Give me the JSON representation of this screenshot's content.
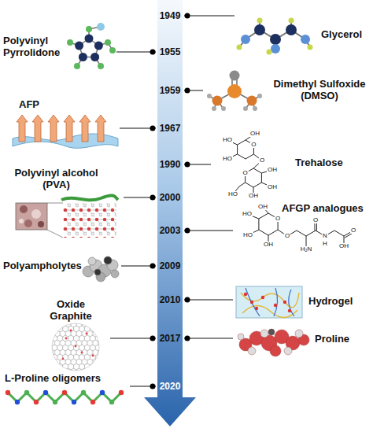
{
  "diagram": {
    "nodes": [
      {
        "text": [
          "1949"
        ]
      },
      {
        "text": [
          "Glycerol"
        ]
      },
      {
        "text": [
          "1955"
        ]
      },
      {
        "text": [
          "Polyvinyl Pyrrolidone"
        ]
      },
      {
        "text": [
          "1959"
        ]
      },
      {
        "text": [
          "Dimethyl Sulfoxide (DMSO)"
        ]
      },
      {
        "text": [
          "1967"
        ]
      },
      {
        "text": [
          "AFP"
        ]
      },
      {
        "text": [
          "1990"
        ]
      },
      {
        "text": [
          "Trehalose"
        ]
      },
      {
        "text": [
          "2000"
        ]
      },
      {
        "text": [
          "Polyvinyl alcohol (PVA)"
        ]
      },
      {
        "text": [
          "2003"
        ]
      },
      {
        "text": [
          "AFGP analogues"
        ]
      },
      {
        "text": [
          "2009"
        ]
      },
      {
        "text": [
          "Polyampholytes"
        ]
      },
      {
        "text": [
          "2010"
        ]
      },
      {
        "text": [
          "Hydrogel"
        ]
      },
      {
        "text": [
          "2017"
        ]
      },
      {
        "text": [
          "Oxide Graphite"
        ]
      },
      {
        "text": [
          "Proline"
        ]
      },
      {
        "text": [
          "2020"
        ]
      },
      {
        "text": [
          "L-Proline oligomers"
        ]
      }
    ],
    "edges": [
      {
        "from": 0,
        "to": 1,
        "arrow": "none"
      },
      {
        "from": 2,
        "to": 3,
        "arrow": "none"
      },
      {
        "from": 4,
        "to": 5,
        "arrow": "none"
      },
      {
        "from": 6,
        "to": 7,
        "arrow": "none"
      },
      {
        "from": 8,
        "to": 9,
        "arrow": "none"
      },
      {
        "from": 10,
        "to": 11,
        "arrow": "none"
      },
      {
        "from": 12,
        "to": 13,
        "arrow": "none"
      },
      {
        "from": 14,
        "to": 15,
        "arrow": "none"
      },
      {
        "from": 16,
        "to": 17,
        "arrow": "none"
      },
      {
        "from": 18,
        "to": 19,
        "arrow": "none"
      },
      {
        "from": 18,
        "to": 20,
        "arrow": "none"
      },
      {
        "from": 21,
        "to": 22,
        "arrow": "none"
      }
    ],
    "labels": [
      "OH",
      "O",
      "HO",
      "HO",
      "O",
      "O",
      "OH",
      "OH",
      "OH",
      "HO",
      "OH",
      "O",
      "HO",
      "HO",
      "OH",
      "O",
      "O",
      "H₂N",
      "N",
      "H",
      "O",
      "OH"
    ]
  }
}
